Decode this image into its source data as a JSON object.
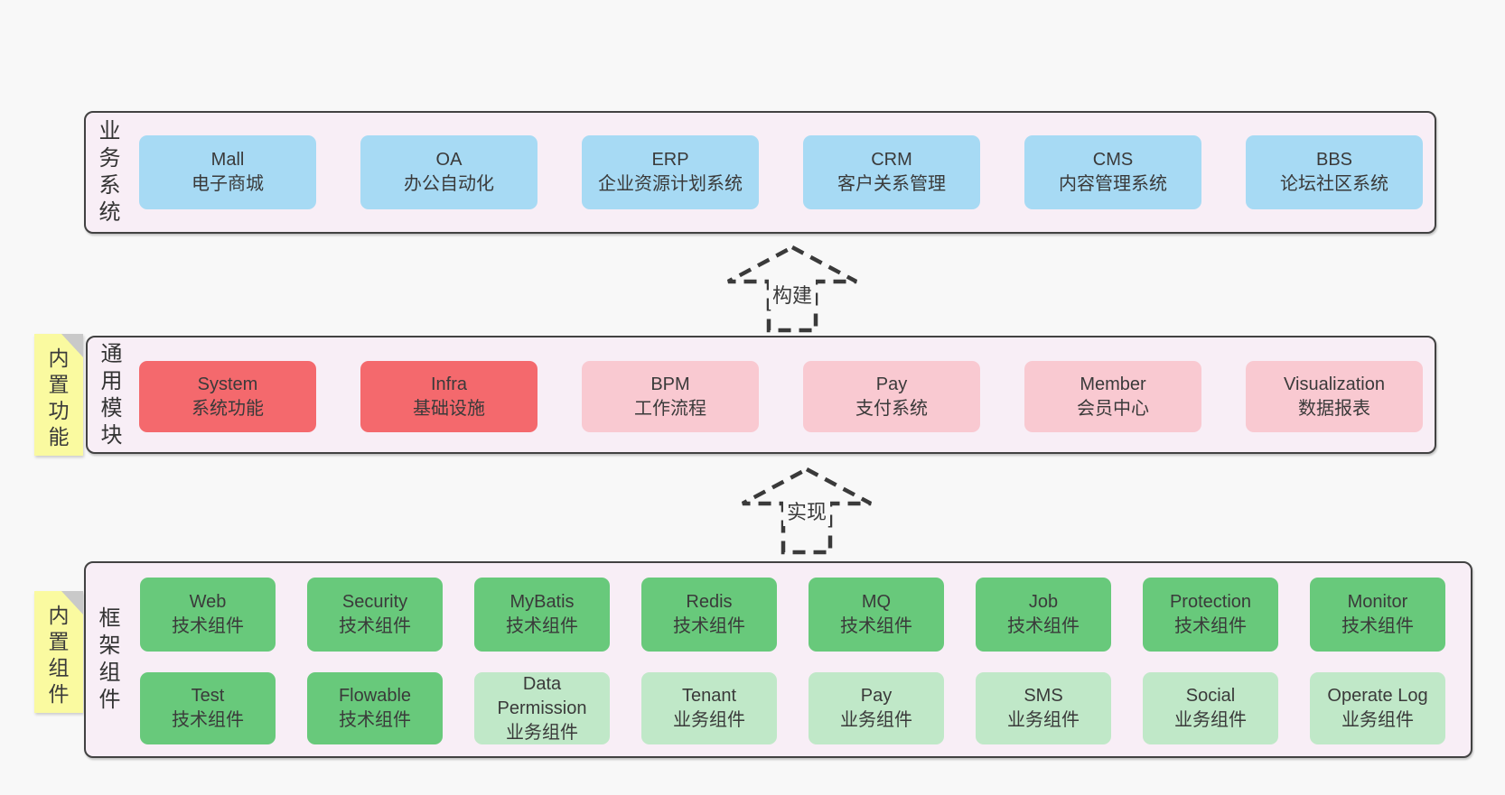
{
  "colors": {
    "page_background": "#f8f8f8",
    "panel_background": "#f8eef6",
    "panel_border": "#424242",
    "box_blue": "#a7daf4",
    "box_red": "#f4696d",
    "box_pink": "#f9c9d1",
    "box_green_dark": "#68c97b",
    "box_green_light": "#c0e8c8",
    "sticky_yellow": "#fafaa0",
    "sticky_fold_grey": "#c9c9c9",
    "text": "#3a3a3a"
  },
  "arrows": {
    "build": {
      "label": "构建"
    },
    "implement": {
      "label": "实现"
    }
  },
  "sections": {
    "business": {
      "side_label": "业务系统",
      "boxes": [
        {
          "name": "Mall",
          "desc": "电子商城"
        },
        {
          "name": "OA",
          "desc": "办公自动化"
        },
        {
          "name": "ERP",
          "desc": "企业资源计划系统"
        },
        {
          "name": "CRM",
          "desc": "客户关系管理"
        },
        {
          "name": "CMS",
          "desc": "内容管理系统"
        },
        {
          "name": "BBS",
          "desc": "论坛社区系统"
        }
      ]
    },
    "common": {
      "side_label": "通用模块",
      "sticky_label": "内置功能",
      "boxes": [
        {
          "name": "System",
          "desc": "系统功能"
        },
        {
          "name": "Infra",
          "desc": "基础设施"
        },
        {
          "name": "BPM",
          "desc": "工作流程"
        },
        {
          "name": "Pay",
          "desc": "支付系统"
        },
        {
          "name": "Member",
          "desc": "会员中心"
        },
        {
          "name": "Visualization",
          "desc": "数据报表"
        }
      ]
    },
    "framework": {
      "side_label": "框架组件",
      "sticky_label": "内置组件",
      "rows": [
        [
          {
            "name": "Web",
            "desc": "技术组件"
          },
          {
            "name": "Security",
            "desc": "技术组件"
          },
          {
            "name": "MyBatis",
            "desc": "技术组件"
          },
          {
            "name": "Redis",
            "desc": "技术组件"
          },
          {
            "name": "MQ",
            "desc": "技术组件"
          },
          {
            "name": "Job",
            "desc": "技术组件"
          },
          {
            "name": "Protection",
            "desc": "技术组件"
          },
          {
            "name": "Monitor",
            "desc": "技术组件"
          }
        ],
        [
          {
            "name": "Test",
            "desc": "技术组件"
          },
          {
            "name": "Flowable",
            "desc": "技术组件"
          },
          {
            "name": "Data Permission",
            "desc": "业务组件"
          },
          {
            "name": "Tenant",
            "desc": "业务组件"
          },
          {
            "name": "Pay",
            "desc": "业务组件"
          },
          {
            "name": "SMS",
            "desc": "业务组件"
          },
          {
            "name": "Social",
            "desc": "业务组件"
          },
          {
            "name": "Operate Log",
            "desc": "业务组件"
          }
        ]
      ]
    }
  }
}
